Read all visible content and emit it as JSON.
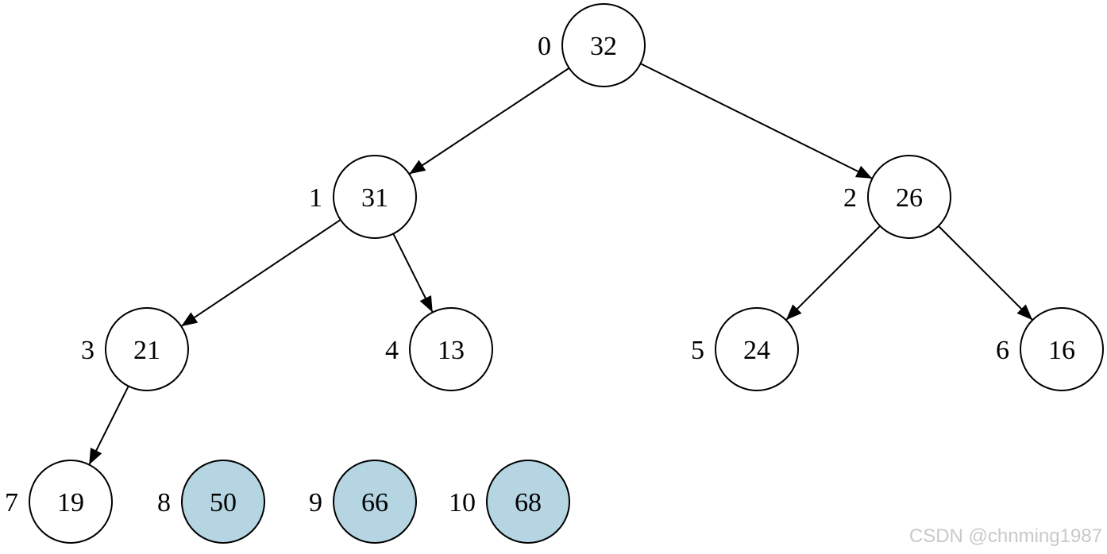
{
  "diagram": {
    "type": "binary-heap-tree",
    "nodes": [
      {
        "index": "0",
        "value": "32",
        "highlighted": false
      },
      {
        "index": "1",
        "value": "31",
        "highlighted": false
      },
      {
        "index": "2",
        "value": "26",
        "highlighted": false
      },
      {
        "index": "3",
        "value": "21",
        "highlighted": false
      },
      {
        "index": "4",
        "value": "13",
        "highlighted": false
      },
      {
        "index": "5",
        "value": "24",
        "highlighted": false
      },
      {
        "index": "6",
        "value": "16",
        "highlighted": false
      },
      {
        "index": "7",
        "value": "19",
        "highlighted": false
      },
      {
        "index": "8",
        "value": "50",
        "highlighted": true
      },
      {
        "index": "9",
        "value": "66",
        "highlighted": true
      },
      {
        "index": "10",
        "value": "68",
        "highlighted": true
      }
    ],
    "edges": [
      {
        "from": "0",
        "to": "1"
      },
      {
        "from": "0",
        "to": "2"
      },
      {
        "from": "1",
        "to": "3"
      },
      {
        "from": "1",
        "to": "4"
      },
      {
        "from": "2",
        "to": "5"
      },
      {
        "from": "2",
        "to": "6"
      },
      {
        "from": "3",
        "to": "7"
      }
    ],
    "colors": {
      "node_fill": "#ffffff",
      "highlight_fill": "#b4d5e1",
      "stroke": "#000000",
      "text": "#000000"
    }
  },
  "watermark": {
    "text": "CSDN @chnming1987"
  }
}
